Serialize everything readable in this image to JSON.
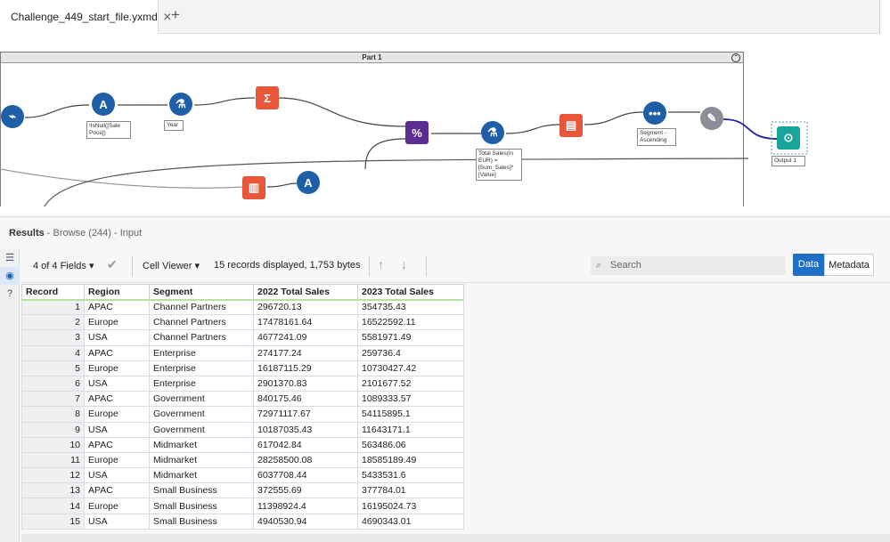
{
  "tab": {
    "title": "Challenge_449_start_file.yxmd",
    "close": "✕",
    "add": "+"
  },
  "canvas": {
    "container_title": "Part 1",
    "collapse_glyph": "⌃",
    "annotations": {
      "filter": "!IsNull([Sale Price])",
      "year": "Year",
      "total_sales": "Total Sales(in EUR) = [Sum_Sales]* [Value]",
      "segment": "Segment - Ascending",
      "output": "Output 1"
    }
  },
  "results": {
    "title": "Results",
    "subtitle": " - Browse (244) - Input",
    "fields": "4 of 4 Fields",
    "viewer": "Cell Viewer",
    "summary": "15 records displayed, 1,753 bytes",
    "search_placeholder": "Search",
    "data_btn": "Data",
    "metadata_btn": "Metadata"
  },
  "table": {
    "headers": [
      "Record",
      "Region",
      "Segment",
      "2022 Total Sales",
      "2023 Total Sales"
    ],
    "rows": [
      [
        "1",
        "APAC",
        "Channel Partners",
        "296720.13",
        "354735.43"
      ],
      [
        "2",
        "Europe",
        "Channel Partners",
        "17478161.64",
        "16522592.11"
      ],
      [
        "3",
        "USA",
        "Channel Partners",
        "4677241.09",
        "5581971.49"
      ],
      [
        "4",
        "APAC",
        "Enterprise",
        "274177.24",
        "259736.4"
      ],
      [
        "5",
        "Europe",
        "Enterprise",
        "16187115.29",
        "10730427.42"
      ],
      [
        "6",
        "USA",
        "Enterprise",
        "2901370.83",
        "2101677.52"
      ],
      [
        "7",
        "APAC",
        "Government",
        "840175.46",
        "1089333.57"
      ],
      [
        "8",
        "Europe",
        "Government",
        "72971117.67",
        "54115895.1"
      ],
      [
        "9",
        "USA",
        "Government",
        "10187035.43",
        "11643171.1"
      ],
      [
        "10",
        "APAC",
        "Midmarket",
        "617042.84",
        "563486.06"
      ],
      [
        "11",
        "Europe",
        "Midmarket",
        "28258500.08",
        "18585189.49"
      ],
      [
        "12",
        "USA",
        "Midmarket",
        "6037708.44",
        "5433531.6"
      ],
      [
        "13",
        "APAC",
        "Small Business",
        "372555.69",
        "377784.01"
      ],
      [
        "14",
        "Europe",
        "Small Business",
        "11398924.4",
        "16195024.73"
      ],
      [
        "15",
        "USA",
        "Small Business",
        "4940530.94",
        "4690343.01"
      ]
    ]
  },
  "colors": {
    "accent": "#1f6fc5",
    "header_underline": "#b8e0a0",
    "tool_blue": "#1e5fa8",
    "tool_orange": "#e8573a",
    "tool_purple": "#5c2d91"
  }
}
